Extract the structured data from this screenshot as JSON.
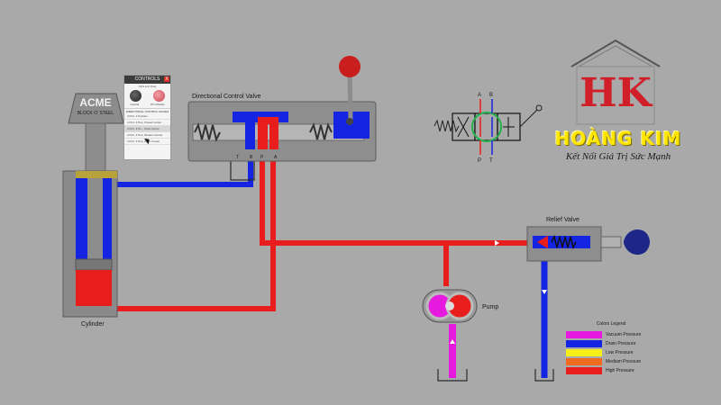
{
  "title_valve": "Directional Control Valve",
  "cylinder": {
    "brand": "ACME",
    "sub": "BLOCK O' STEEL",
    "label": "Cylinder"
  },
  "relief_valve": {
    "label": "Relief Valve"
  },
  "pump": {
    "label": "Pump"
  },
  "ports": [
    "T",
    "B",
    "P",
    "A"
  ],
  "symbol_ports": {
    "top_a": "A",
    "top_b": "B",
    "bottom_p": "P",
    "bottom_t": "T"
  },
  "controls": {
    "title": "CONTROLS",
    "close": "X",
    "hint": "Click and Drag",
    "knob_a": "Control",
    "knob_b": "PO Checks",
    "section": "DIRECTIONAL CONTROL VALVES",
    "options": [
      "4 Port, 2 Position",
      "4 Port, 3 Pos, Closed Center",
      "4 Port, 3 Po... Float Center",
      "4 Port, 3 Pos, Tandem Center",
      "4 Port, 3 Pos, Open Center"
    ],
    "selected_index": 2
  },
  "legend": {
    "title": "Colors Legend",
    "items": [
      {
        "label": "Vacuum Pressure",
        "color": "#e61adf"
      },
      {
        "label": "Drain Pressure",
        "color": "#1424e0"
      },
      {
        "label": "Low Pressure",
        "color": "#f5ee17"
      },
      {
        "label": "Medium Pressure",
        "color": "#f06a1f"
      },
      {
        "label": "High Pressure",
        "color": "#ea1d1d"
      }
    ]
  },
  "brand": {
    "logo": "HK",
    "name": "HOÀNG KIM",
    "slogan": "Kết Nối Giá Trị Sức Mạnh"
  },
  "colors": {
    "high": "#ea1d1d",
    "drain": "#1424e0",
    "vacuum": "#e61adf",
    "low": "#f5ee17",
    "background": "#a9a9a9"
  }
}
